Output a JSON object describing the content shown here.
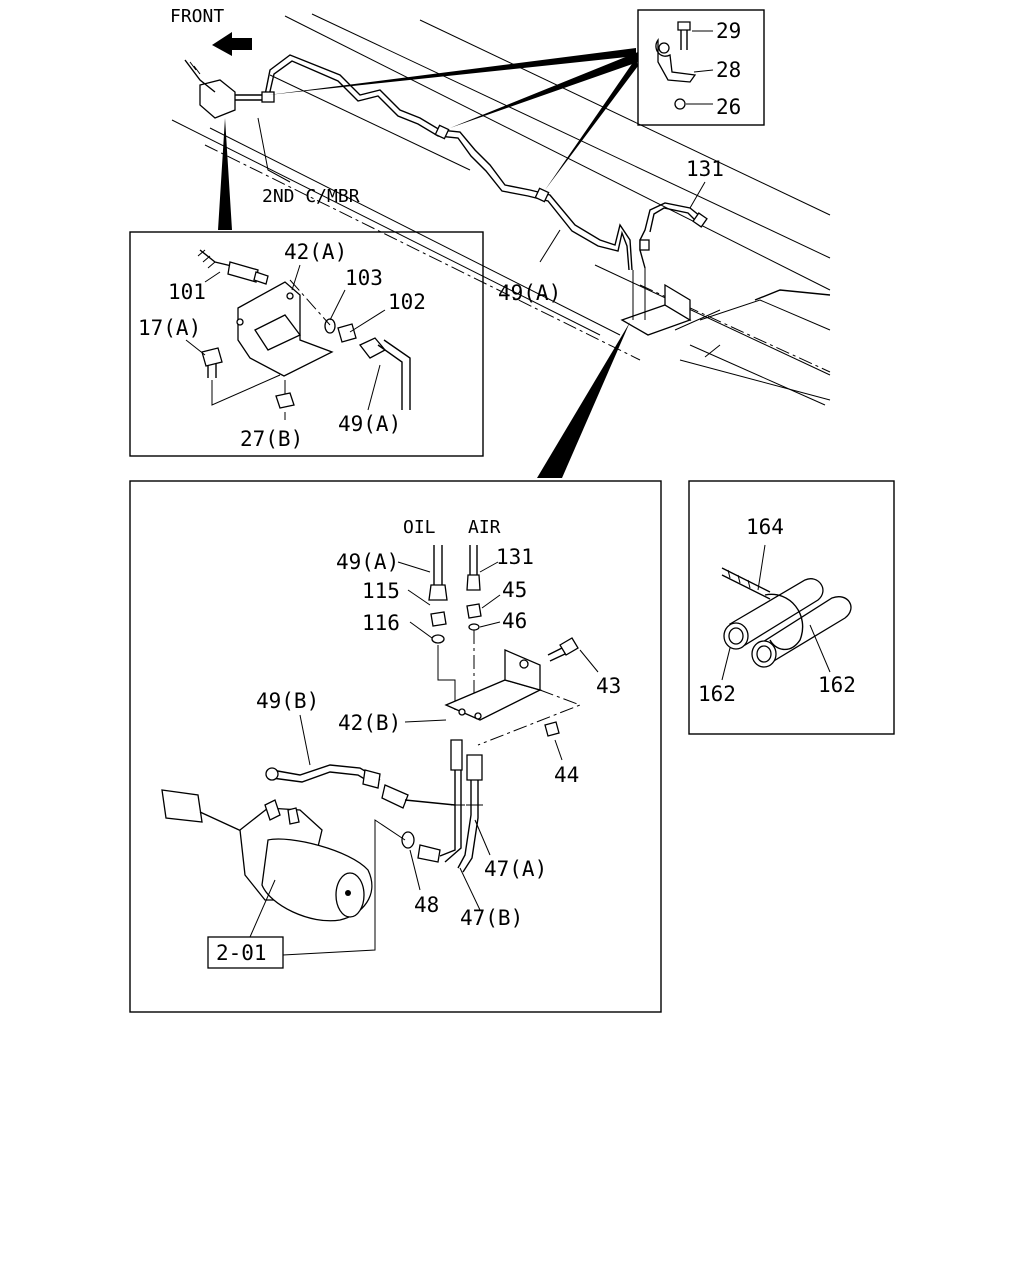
{
  "top": {
    "front_label": "FRONT",
    "crossmember_label": "2ND C/MBR",
    "pipe_label": "49(A)",
    "air_pipe_label": "131"
  },
  "clip_inset": {
    "bolt": "29",
    "clip": "28",
    "nut": "26"
  },
  "bracket_inset": {
    "hose": "101",
    "bracket": "42(A)",
    "washer": "103",
    "nut": "102",
    "bolt": "17(A)",
    "lower_nut": "27(B)",
    "pipe": "49(A)"
  },
  "cylinder_inset": {
    "oil_label": "OIL",
    "air_label": "AIR",
    "oil_pipe": "49(A)",
    "air_pipe": "131",
    "oil_nut": "115",
    "oil_clip": "116",
    "air_nut": "45",
    "air_clip": "46",
    "bolt": "43",
    "bracket": "42(B)",
    "nut": "44",
    "pipe_b": "49(B)",
    "hose_a": "47(A)",
    "hose_b": "47(B)",
    "gasket": "48",
    "ref": "2-01"
  },
  "clamp_inset": {
    "tie": "164",
    "pipe_left": "162",
    "pipe_right": "162"
  }
}
